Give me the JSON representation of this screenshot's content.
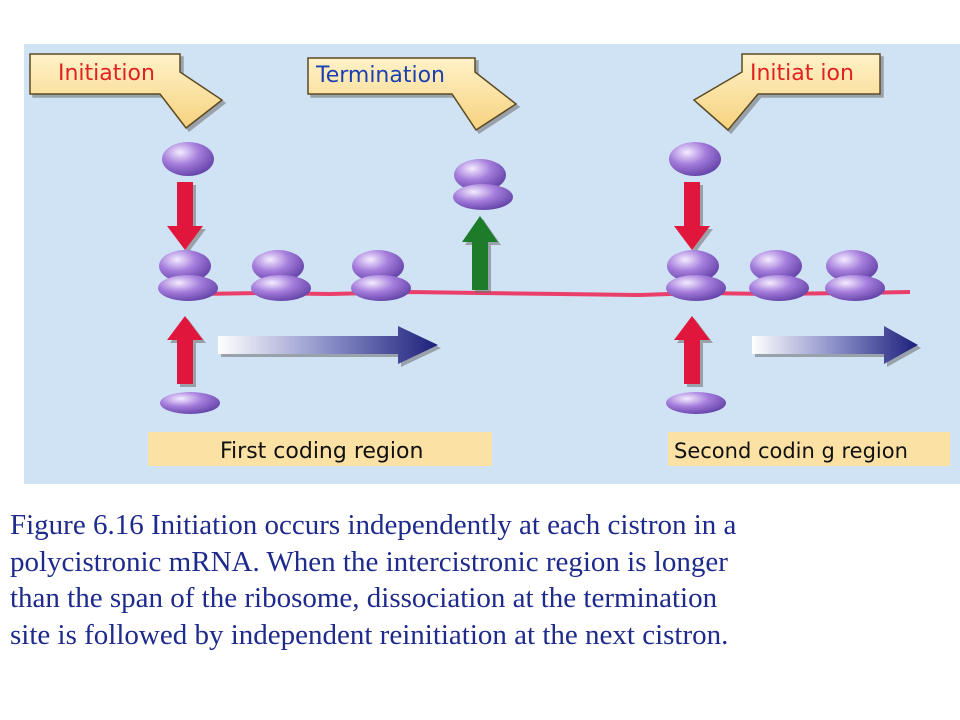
{
  "figure": {
    "labels": {
      "initiation_left": "Initiation",
      "termination": "Termination",
      "initiation_right": "Initiat ion",
      "first_region": "First coding region",
      "second_region": "Second codin g region"
    },
    "colors": {
      "background": "#cfe3f5",
      "mrna": "#ea3f6a",
      "ribosome": "#9e70d8",
      "binding_arrow": "#e0163c",
      "release_arrow": "#1f7c2b",
      "translation_arrow": "#1d1f7a",
      "label_box": "#fbe1a4"
    }
  },
  "caption": {
    "lines": [
      "Figure 6.16 Initiation occurs independently at each cistron in a",
      "polycistronic mRNA. When the intercistronic region is longer",
      "than the span of the ribosome, dissociation at the termination",
      "site is followed by independent reinitiation at the next cistron."
    ]
  }
}
